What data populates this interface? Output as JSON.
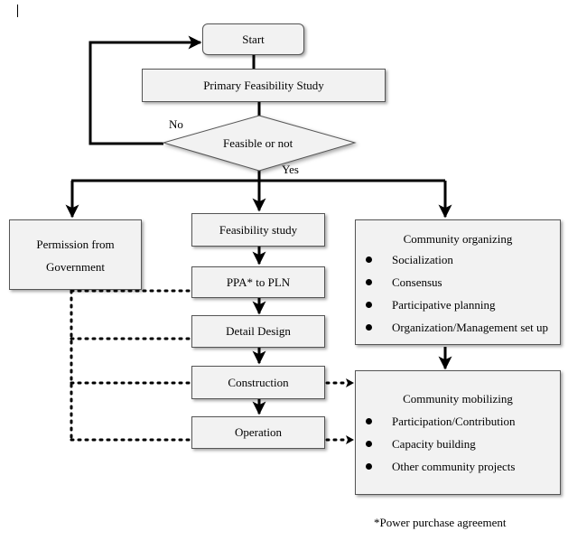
{
  "nodes": {
    "start": "Start",
    "primary_study": "Primary Feasibility Study",
    "decision": "Feasible or not",
    "permission_line1": "Permission from",
    "permission_line2": "Government",
    "feasibility_study": "Feasibility study",
    "ppa": "PPA* to PLN",
    "detail_design": "Detail Design",
    "construction": "Construction",
    "operation": "Operation"
  },
  "edges": {
    "no_label": "No",
    "yes_label": "Yes"
  },
  "community_organizing": {
    "title": "Community organizing",
    "items": [
      "Socialization",
      "Consensus",
      "Participative planning",
      "Organization/Management set up"
    ]
  },
  "community_mobilizing": {
    "title": "Community mobilizing",
    "items": [
      "Participation/Contribution",
      "Capacity building",
      "Other community projects"
    ]
  },
  "footnote": "*Power purchase agreement"
}
